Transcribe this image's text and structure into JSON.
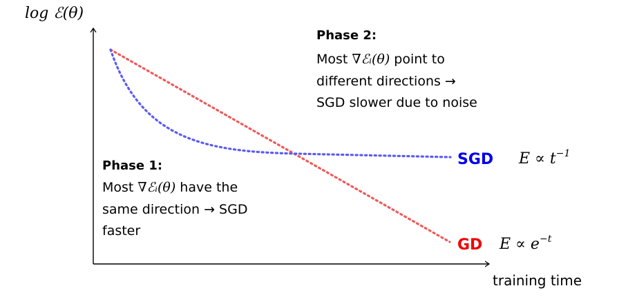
{
  "axes": {
    "ylabel": "log ℰ(θ)",
    "xlabel": "training time"
  },
  "phase1": {
    "title": "Phase 1:",
    "line1_pre": "Most ",
    "line1_math": "∇ℰᵢ(θ)",
    "line1_post": " have the",
    "line2": "same direction → SGD",
    "line3": "faster"
  },
  "phase2": {
    "title": "Phase 2:",
    "line1_pre": "Most ",
    "line1_math": "∇ℰᵢ(θ)",
    "line1_post": " point to",
    "line2": "different directions →",
    "line3": "SGD slower due to noise"
  },
  "curves": {
    "sgd": {
      "label": "SGD",
      "formula_base": "E ∝ t",
      "formula_exp": "−1",
      "color": "#0000ee",
      "line_color": "#5b5bf2"
    },
    "gd": {
      "label": "GD",
      "formula_base": "E ∝ e",
      "formula_exp": "−t",
      "color": "#ee0000",
      "line_color": "#f05a5a"
    }
  }
}
